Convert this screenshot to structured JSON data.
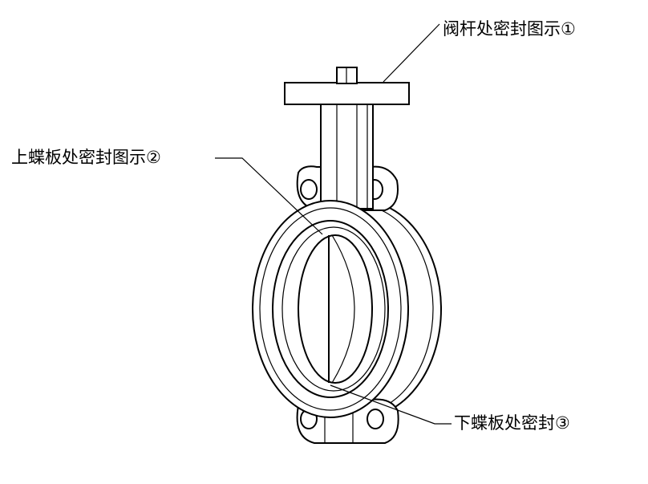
{
  "diagram": {
    "subject": "butterfly-valve",
    "labels": {
      "stem_seal": "阀杆处密封图示①",
      "upper_disc_seal": "上蝶板处密封图示②",
      "lower_disc_seal": "下蝶板处密封③"
    },
    "line_color": "#000000",
    "background": "#ffffff"
  }
}
